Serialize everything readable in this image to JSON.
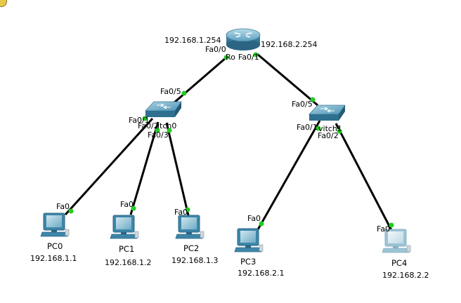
{
  "router": {
    "name_partial": "Ro",
    "ports": {
      "left": "Fa0/0",
      "right": "Fa0/1"
    },
    "ips": {
      "left": "192.168.1.254",
      "right": "192.168.2.254"
    }
  },
  "switch0": {
    "name_partial": "itch0",
    "ports": {
      "up": "Fa0/5",
      "p1": "Fa0/1",
      "p2": "Fa0/2",
      "p3": "Fa0/3"
    }
  },
  "switch1": {
    "name_partial": "vitch1",
    "ports": {
      "up": "Fa0/5",
      "p1": "Fa0/1",
      "p2": "Fa0/2"
    }
  },
  "pcs": [
    {
      "name": "PC0",
      "ip": "192.168.1.1",
      "port": "Fa0"
    },
    {
      "name": "PC1",
      "ip": "192.168.1.2",
      "port": "Fa0"
    },
    {
      "name": "PC2",
      "ip": "192.168.1.3",
      "port": "Fa0"
    },
    {
      "name": "PC3",
      "ip": "192.168.2.1",
      "port": "Fa0"
    },
    {
      "name": "PC4",
      "ip": "192.168.2.2",
      "port": "Fa0"
    }
  ],
  "colors": {
    "link": "#000000",
    "link_up": "#22cc22",
    "device": "#3d86a8"
  },
  "icons": {
    "router": "router-icon",
    "switch": "switch-icon",
    "pc": "pc-icon"
  }
}
